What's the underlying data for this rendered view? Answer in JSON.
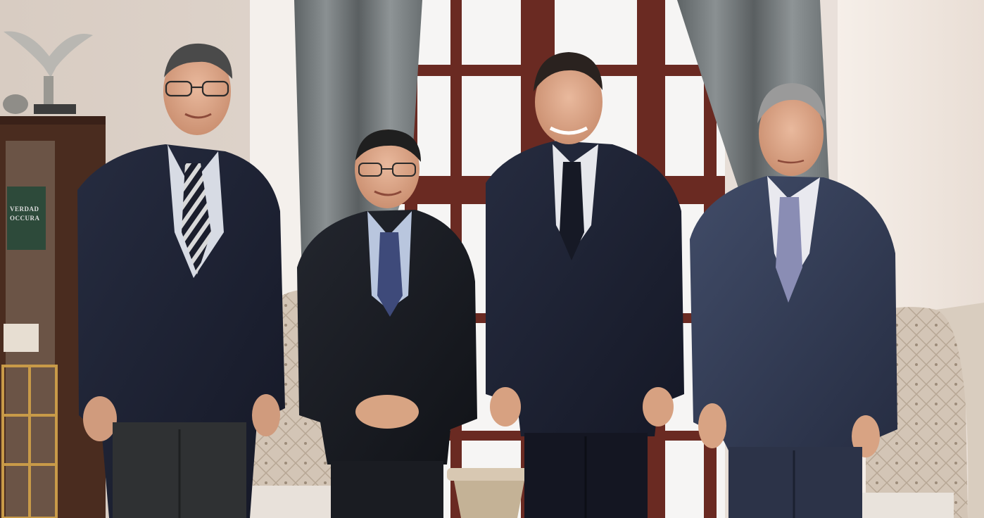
{
  "scene": {
    "description_visible_text": {
      "book_spine_line1": "VERDAD",
      "book_spine_line2": "OCCURA"
    },
    "colors": {
      "wall_left": "#e6ddd6",
      "wall_right": "#f1e9e2",
      "window_frame": "#6a2a22",
      "window_glass": "#f4f3f2",
      "curtain": "#6f7476",
      "suit_navy": "#1f2435",
      "suit_black": "#1b1d24",
      "suit_gray_blue": "#35405a",
      "chair_fabric": "#cdbfb0",
      "cabinet_wood": "#4a2c1f",
      "brass": "#c89a48"
    },
    "people": [
      {
        "id": "person-1",
        "tie": "striped"
      },
      {
        "id": "person-2",
        "tie": "blue"
      },
      {
        "id": "person-3",
        "tie": "dark"
      },
      {
        "id": "person-4",
        "tie": "lavender"
      }
    ]
  }
}
